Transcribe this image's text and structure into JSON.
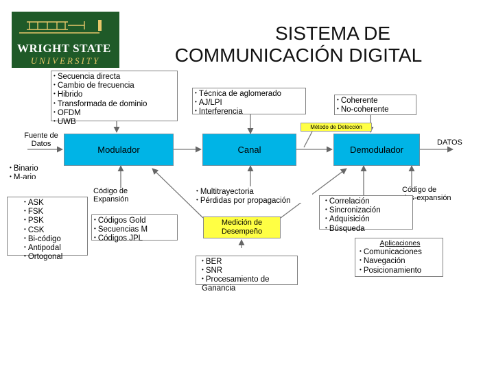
{
  "logo": {
    "line1": "WRIGHT STATE",
    "line2": "UNIVERSITY"
  },
  "title": {
    "line1": "SISTEMA DE",
    "line2": "COMMUNICACIÓN DIGITAL"
  },
  "blocks": {
    "modulador": "Modulador",
    "canal": "Canal",
    "demodulador": "Demodulador"
  },
  "labels": {
    "fuente_line1": "Fuente de",
    "fuente_line2": "Datos",
    "datos": "DATOS",
    "codigo_exp_line1": "Código de",
    "codigo_exp_line2": "Expansión",
    "codigo_desexp_line1": "Código de",
    "codigo_desexp_line2": "des-expansión",
    "metodo_deteccion": "Método de Detección",
    "medicion_line1": "Medición de",
    "medicion_line2": "Desempeño"
  },
  "lists": {
    "tecnicas_espectro": [
      "Secuencia directa",
      "Cambio de frecuencia",
      "Hibrido",
      "Transformada de dominio",
      "OFDM",
      "UWB"
    ],
    "interferencia": [
      "Técnica de aglomerado",
      "AJ/LPI",
      "Interferencia"
    ],
    "deteccion": [
      "Coherente",
      "No-coherente"
    ],
    "fuente": [
      "Binario",
      "M-ario"
    ],
    "modulaciones": [
      "ASK",
      "FSK",
      "PSK",
      "CSK",
      "Bi-código",
      "Antipodal",
      "Ortogonal"
    ],
    "codigos": [
      "Códigos Gold",
      "Secuencias M",
      "Códigos JPL"
    ],
    "propagacion": [
      "Multitrayectoria",
      "Pérdidas por propagación"
    ],
    "sincronizacion": [
      "Correlación",
      "Sincronización",
      "Adquisición",
      "Búsqueda"
    ],
    "aplicaciones_title": "Aplicaciones",
    "aplicaciones": [
      "Comunicaciones",
      "Navegación",
      "Posicionamiento"
    ],
    "metricas": [
      "BER",
      "SNR",
      "Procesamiento de Ganancia"
    ]
  }
}
